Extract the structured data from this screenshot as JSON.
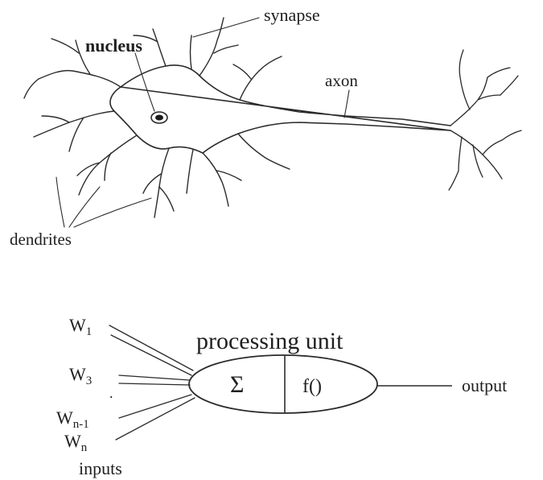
{
  "neuron": {
    "labels": {
      "synapse": "synapse",
      "nucleus": "nucleus",
      "axon": "axon",
      "dendrites": "dendrites"
    }
  },
  "unit": {
    "title": "processing unit",
    "sum_symbol": "Σ",
    "activation": "f()",
    "output": "output",
    "inputs": "inputs",
    "dots": ".",
    "weights": [
      {
        "base": "W",
        "sub": "1"
      },
      {
        "base": "W",
        "sub": "3"
      },
      {
        "base": "W",
        "sub": "n-1"
      },
      {
        "base": "W",
        "sub": "n"
      }
    ]
  },
  "colors": {
    "ink": "#2b2b2b",
    "background": "#ffffff"
  }
}
